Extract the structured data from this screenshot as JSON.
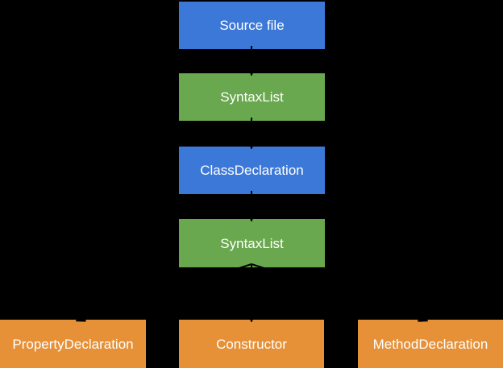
{
  "diagram": {
    "background": "#000000",
    "text_color": "#ffffff",
    "colors": {
      "blue": "#3c78d8",
      "green": "#6aa84f",
      "orange": "#e69138",
      "arrow": "#000000"
    },
    "nodes": [
      {
        "id": "source-file",
        "label": "Source file",
        "color": "blue"
      },
      {
        "id": "syntax-list-1",
        "label": "SyntaxList",
        "color": "green"
      },
      {
        "id": "class-declaration",
        "label": "ClassDeclaration",
        "color": "blue"
      },
      {
        "id": "syntax-list-2",
        "label": "SyntaxList",
        "color": "green"
      },
      {
        "id": "property-declaration",
        "label": "PropertyDeclaration",
        "color": "orange"
      },
      {
        "id": "constructor",
        "label": "Constructor",
        "color": "orange"
      },
      {
        "id": "method-declaration",
        "label": "MethodDeclaration",
        "color": "orange"
      }
    ],
    "edges": [
      {
        "from": "source-file",
        "to": "syntax-list-1"
      },
      {
        "from": "syntax-list-1",
        "to": "class-declaration"
      },
      {
        "from": "class-declaration",
        "to": "syntax-list-2"
      },
      {
        "from": "syntax-list-2",
        "to": "property-declaration"
      },
      {
        "from": "syntax-list-2",
        "to": "constructor"
      },
      {
        "from": "syntax-list-2",
        "to": "method-declaration"
      }
    ]
  }
}
